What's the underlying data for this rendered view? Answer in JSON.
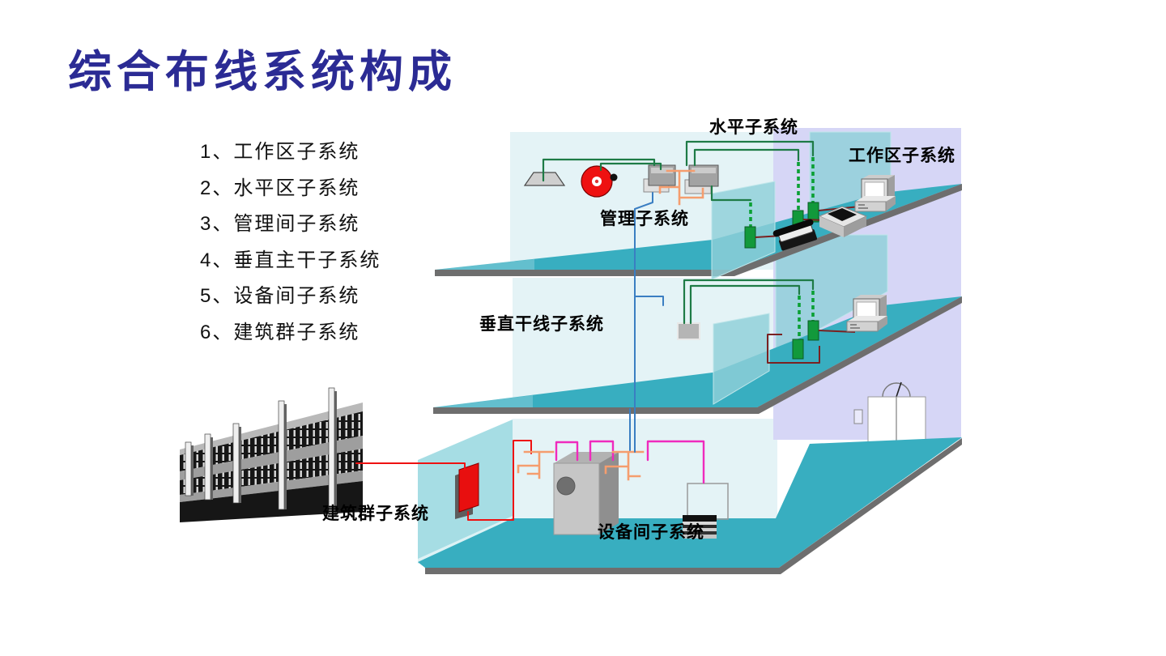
{
  "slide": {
    "title": "综合布线系统构成"
  },
  "list": {
    "items": [
      "1、工作区子系统",
      "2、水平区子系统",
      "3、管理间子系统",
      "4、垂直主干子系统",
      "5、设备间子系统",
      "6、建筑群子系统"
    ]
  },
  "diagram": {
    "labels": {
      "horizontal": "水平子系统",
      "work_area": "工作区子系统",
      "management": "管理子系统",
      "vertical_backbone": "垂直干线子系统",
      "campus": "建筑群子系统",
      "equipment_room": "设备间子系统"
    },
    "colors": {
      "title_blue": "#2b2b94",
      "floor_teal": "#38aec0",
      "floor_edge_gray": "#6e6e6e",
      "wall_back": "#e4f3f6",
      "wall_left": "#a6dde4",
      "wall_lavender": "#d6d6f6",
      "glass_teal": "#8fd0d8",
      "cable_green": "#1e7b46",
      "cable_green_drop": "#0aa034",
      "jack_green": "#12993b",
      "cable_blue": "#3a7ec2",
      "cable_orange": "#f59d6e",
      "cable_magenta": "#ef2abd",
      "cable_red": "#ee1111",
      "cable_darkred": "#7a2121",
      "alarm_red": "#ee1111"
    }
  }
}
